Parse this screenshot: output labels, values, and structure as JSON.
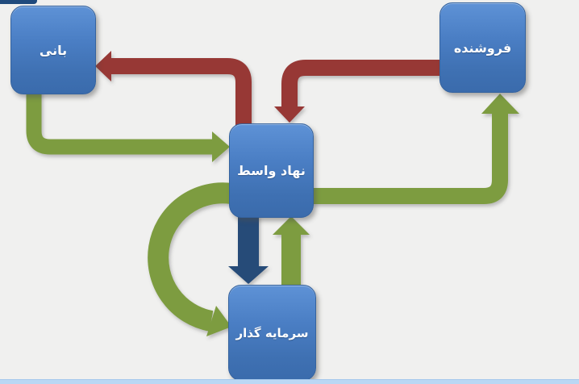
{
  "diagram": {
    "title": "Sukuk flow diagram (Persian)",
    "nodes": {
      "bani": {
        "label": "بانی"
      },
      "forushandeh": {
        "label": "فروشنده"
      },
      "nahad_vaset": {
        "label": "نهاد واسط"
      },
      "sarmayeh_gozar": {
        "label": "سرمایه گذار"
      }
    },
    "arrows": [
      {
        "id": "nahad-vaset-to-bani",
        "color_name": "red"
      },
      {
        "id": "forushandeh-to-nahad-vaset",
        "color_name": "red"
      },
      {
        "id": "bani-to-nahad-vaset",
        "color_name": "green"
      },
      {
        "id": "nahad-vaset-to-forushandeh",
        "color_name": "green"
      },
      {
        "id": "nahad-vaset-to-sarmayeh-straight",
        "color_name": "navy"
      },
      {
        "id": "sarmayeh-to-nahad-vaset",
        "color_name": "green"
      },
      {
        "id": "nahad-vaset-to-sarmayeh-curved",
        "color_name": "green"
      }
    ]
  },
  "colors": {
    "red": "#973936",
    "green": "#7d9c41",
    "navy": "#254b78",
    "box_blue_top": "#5e92d6",
    "box_blue_bottom": "#3a6bac",
    "background": "#f0f0ef",
    "bottom_bar": "#bad7f4",
    "top_sliver": "#1f4a7d"
  }
}
